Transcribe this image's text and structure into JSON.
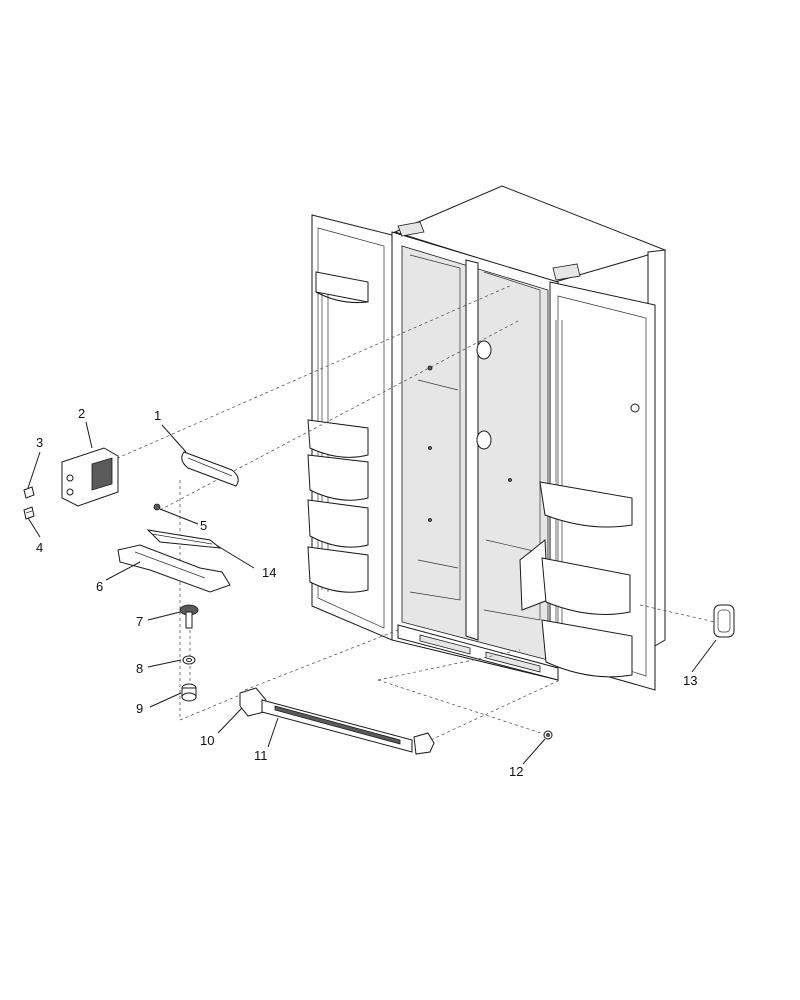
{
  "callouts": [
    {
      "id": "1",
      "text": "1"
    },
    {
      "id": "2",
      "text": "2"
    },
    {
      "id": "3",
      "text": "3"
    },
    {
      "id": "4",
      "text": "4"
    },
    {
      "id": "5",
      "text": "5"
    },
    {
      "id": "6",
      "text": "6"
    },
    {
      "id": "7",
      "text": "7"
    },
    {
      "id": "8",
      "text": "8"
    },
    {
      "id": "9",
      "text": "9"
    },
    {
      "id": "10",
      "text": "10"
    },
    {
      "id": "11",
      "text": "11"
    },
    {
      "id": "12",
      "text": "12"
    },
    {
      "id": "13",
      "text": "13"
    },
    {
      "id": "14",
      "text": "14"
    }
  ],
  "colors": {
    "line": "#1a1a1a",
    "background": "#ffffff"
  }
}
